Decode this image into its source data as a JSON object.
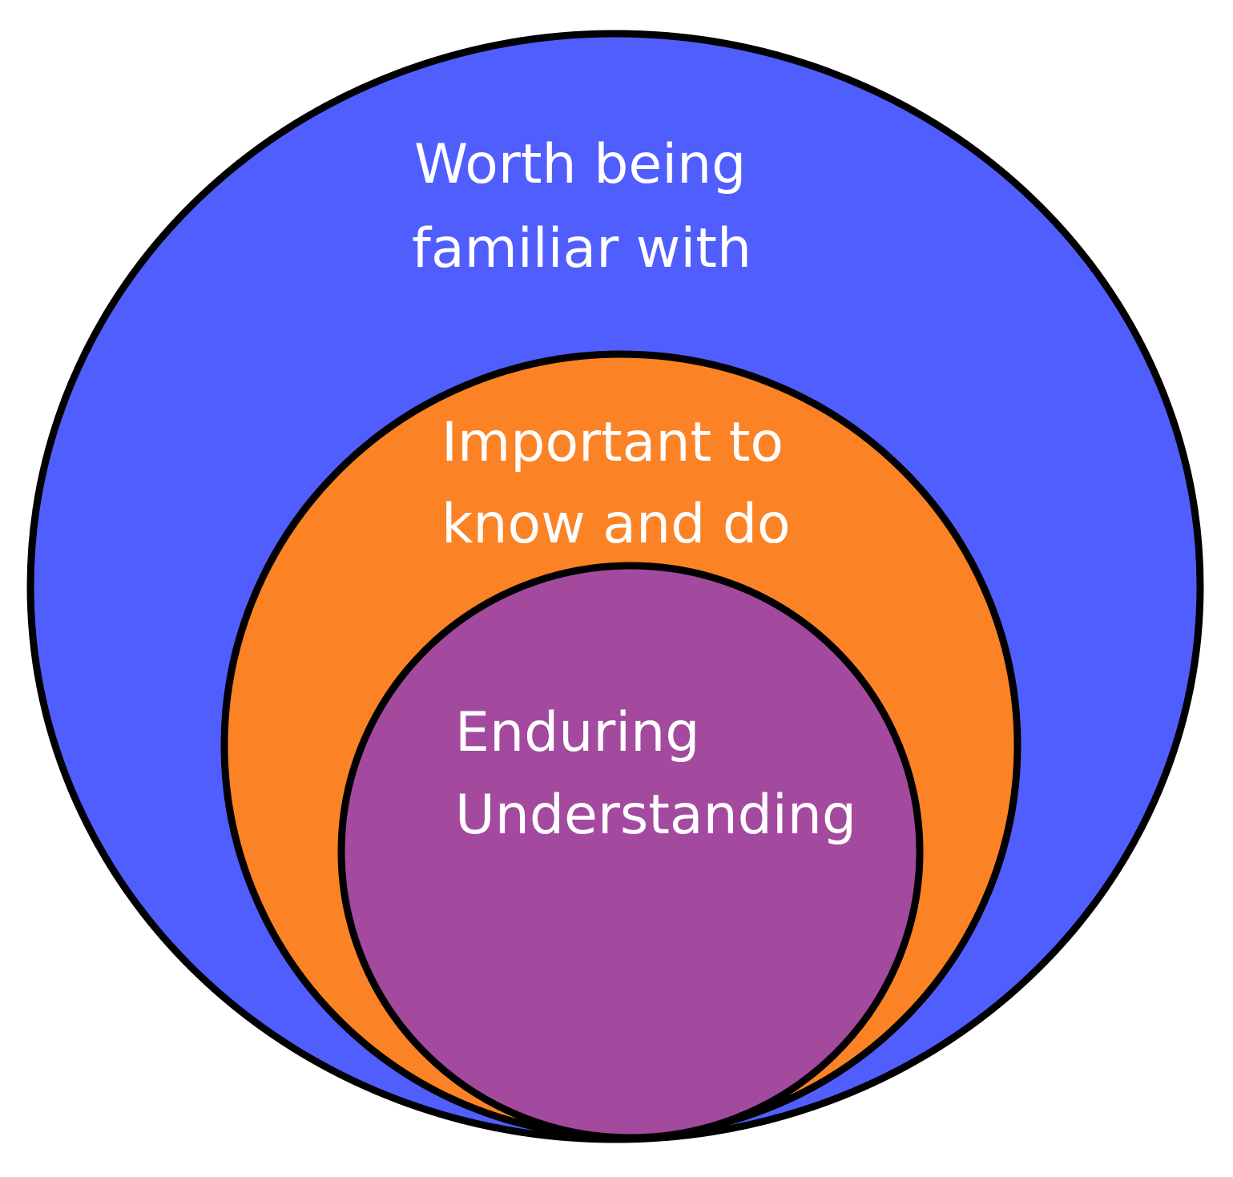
{
  "diagram": {
    "type": "nested-circles",
    "rings": [
      {
        "id": "outer",
        "lines": [
          "Worth being",
          "familiar with"
        ],
        "fill": "#515EFE"
      },
      {
        "id": "middle",
        "lines": [
          "Important to",
          "know and do"
        ],
        "fill": "#FC8226"
      },
      {
        "id": "inner",
        "lines": [
          "Enduring",
          "Understanding"
        ],
        "fill": "#A34A9F"
      }
    ],
    "outline_color": "#000000"
  }
}
